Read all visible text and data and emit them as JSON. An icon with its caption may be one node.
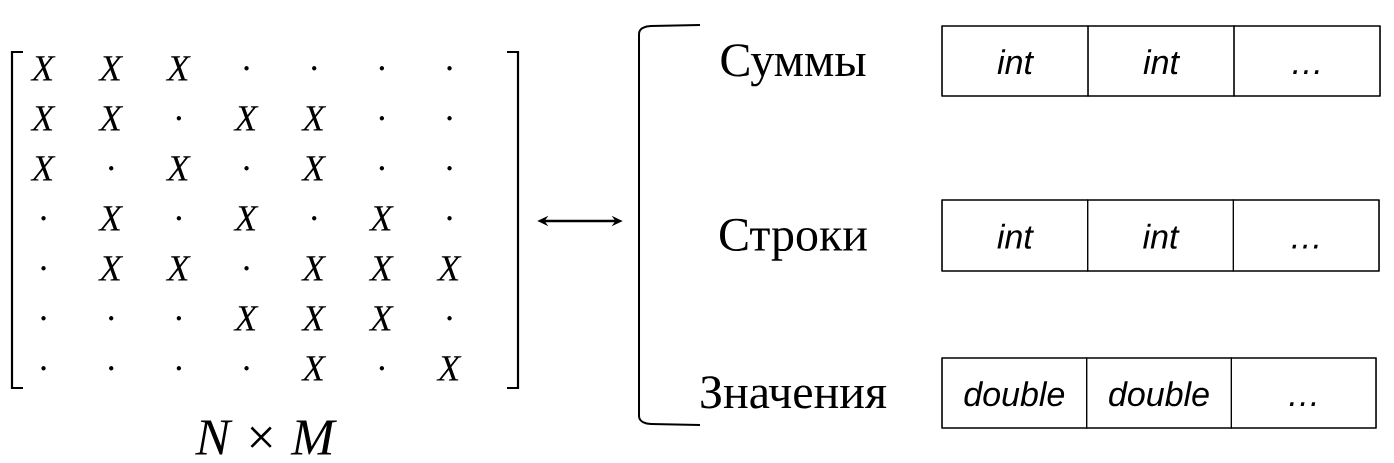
{
  "diagram": {
    "nodes": [
      {
        "text": [
          "X",
          "X",
          "X",
          "·",
          "·",
          "·",
          "·",
          "X",
          "X",
          "·",
          "X",
          "X",
          "·",
          "·",
          "X",
          "·",
          "X",
          "·",
          "X",
          "·",
          "·",
          "·",
          "X",
          "·",
          "X",
          "·",
          "X",
          "·",
          "·",
          "X",
          "X",
          "·",
          "X",
          "X",
          "X",
          "·",
          "·",
          "·",
          "X",
          "X",
          "X",
          "·",
          "·",
          "·",
          "·",
          "·",
          "X",
          "·",
          "X"
        ],
        "beside": [
          "N × M"
        ]
      },
      {
        "text": [],
        "shape": "bracket"
      },
      {
        "text": [
          "Суммы"
        ]
      },
      {
        "text": [
          "int"
        ],
        "in": 2
      },
      {
        "text": [
          "int"
        ],
        "in": 2
      },
      {
        "text": [
          "…"
        ],
        "in": 2
      },
      {
        "text": [
          "Строки"
        ]
      },
      {
        "text": [
          "int"
        ],
        "in": 6
      },
      {
        "text": [
          "int"
        ],
        "in": 6
      },
      {
        "text": [
          "…"
        ],
        "in": 6
      },
      {
        "text": [
          "Значения"
        ]
      },
      {
        "text": [
          "double"
        ],
        "in": 10
      },
      {
        "text": [
          "double"
        ],
        "in": 10
      },
      {
        "text": [
          "…"
        ],
        "in": 10
      }
    ],
    "edges": [
      {
        "from": 0,
        "to": 1,
        "arrow": "both"
      }
    ]
  }
}
